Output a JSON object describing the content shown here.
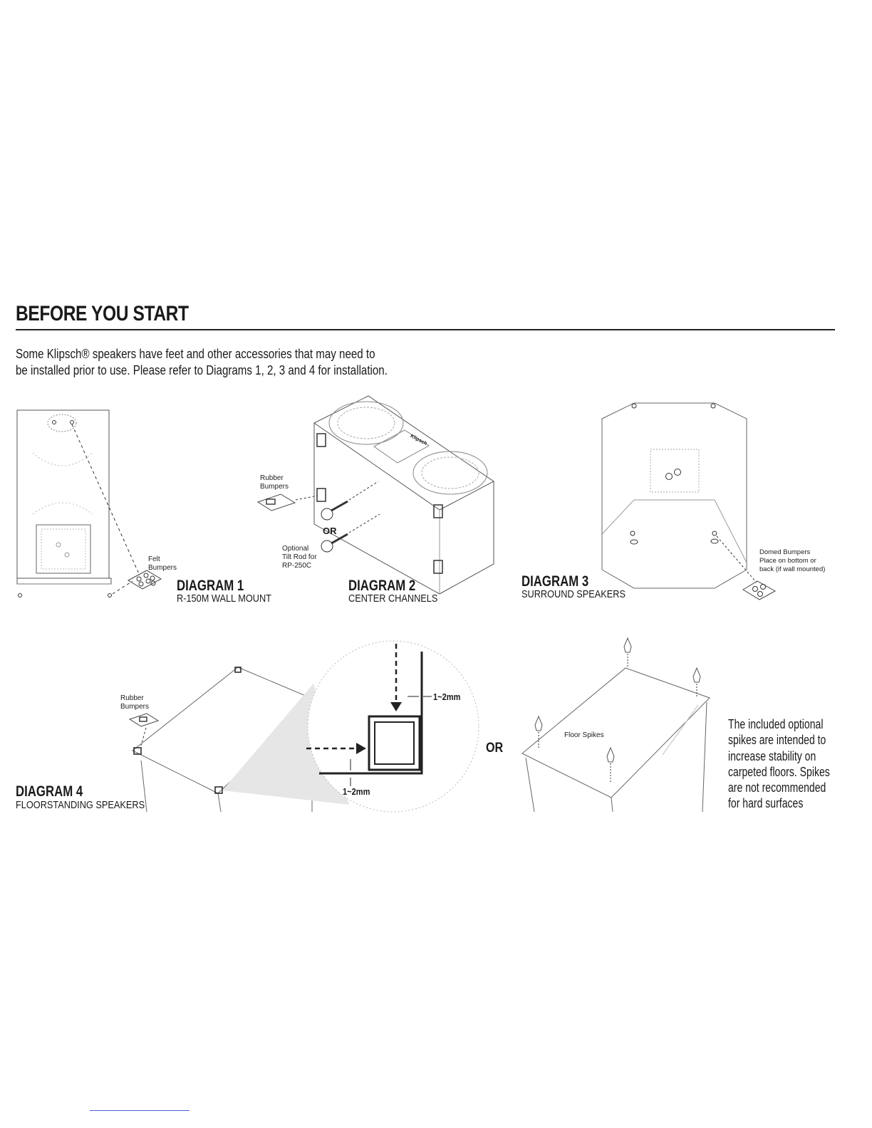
{
  "page": {
    "heading": "BEFORE YOU START",
    "intro_lines": [
      "Some Klipsch® speakers have feet and other accessories that may need to",
      "be installed prior to use. Please refer to Diagrams 1, 2, 3 and 4 for installation."
    ]
  },
  "diagram1": {
    "title": "DIAGRAM 1",
    "subtitle": "R-150M WALL MOUNT",
    "labels": [
      "Felt",
      "Bumpers"
    ]
  },
  "diagram2": {
    "title": "DIAGRAM 2",
    "subtitle": "CENTER CHANNELS",
    "bumper_labels": [
      "Rubber",
      "Bumpers"
    ],
    "or_label": "OR",
    "rod_labels": [
      "Optional",
      "Tilt Rod for",
      "RP-250C"
    ],
    "logo_text": "Klipsch"
  },
  "diagram3": {
    "title": "DIAGRAM 3",
    "subtitle": "SURROUND SPEAKERS",
    "labels": [
      "Domed Bumpers",
      "Place on bottom or",
      "back (if wall mounted)"
    ]
  },
  "diagram4": {
    "title": "DIAGRAM 4",
    "subtitle": "FLOORSTANDING SPEAKERS",
    "bumper_labels": [
      "Rubber",
      "Bumpers"
    ],
    "gap_top": "1~2mm",
    "gap_bottom": "1~2mm",
    "or_label": "OR",
    "spike_label": "Floor Spikes",
    "note_lines": [
      "The included optional",
      "spikes are intended to",
      "increase stability on",
      "carpeted floors. Spikes",
      "are not recommended",
      "for hard surfaces"
    ]
  }
}
